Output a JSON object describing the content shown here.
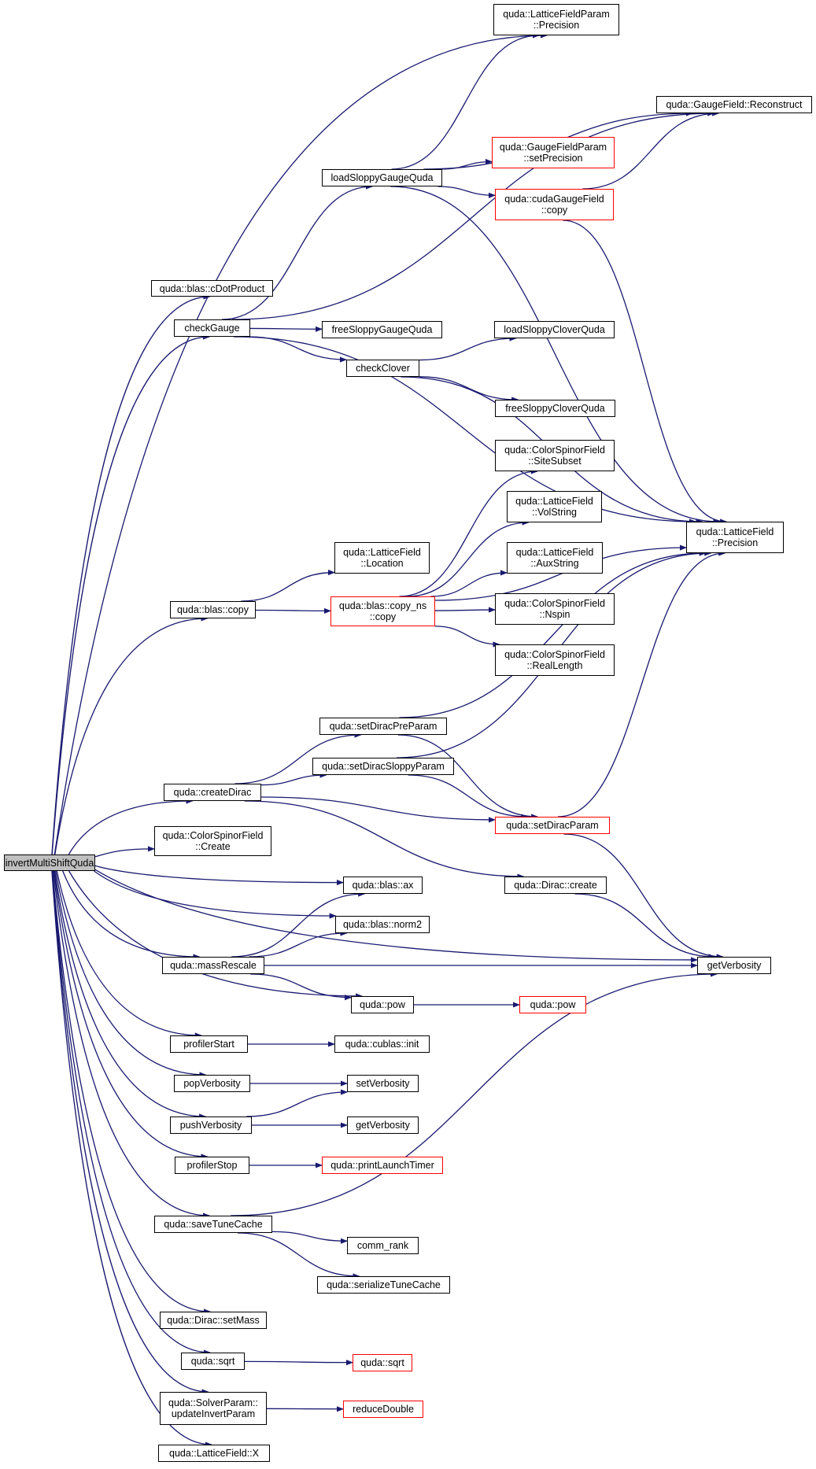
{
  "colors": {
    "edge": "#191970",
    "truncated_border": "#ff0000",
    "node_border": "#000000",
    "root_fill": "#bfbfbf"
  },
  "nodes": [
    {
      "id": "root",
      "label": "invertMultiShiftQuda",
      "root": true
    },
    {
      "id": "lfp_prec",
      "label": "quda::LatticeFieldParam\n::Precision"
    },
    {
      "id": "gf_recon",
      "label": "quda::GaugeField::Reconstruct"
    },
    {
      "id": "gfp_setprec",
      "label": "quda::GaugeFieldParam\n::setPrecision",
      "truncated": true
    },
    {
      "id": "loadSloppyGauge",
      "label": "loadSloppyGaugeQuda"
    },
    {
      "id": "cudaGF_copy",
      "label": "quda::cudaGaugeField\n::copy",
      "truncated": true
    },
    {
      "id": "cDot",
      "label": "quda::blas::cDotProduct"
    },
    {
      "id": "checkGauge",
      "label": "checkGauge"
    },
    {
      "id": "freeSloppyGauge",
      "label": "freeSloppyGaugeQuda"
    },
    {
      "id": "loadSloppyClover",
      "label": "loadSloppyCloverQuda"
    },
    {
      "id": "checkClover",
      "label": "checkClover"
    },
    {
      "id": "freeSloppyClover",
      "label": "freeSloppyCloverQuda"
    },
    {
      "id": "csf_sitesub",
      "label": "quda::ColorSpinorField\n::SiteSubset"
    },
    {
      "id": "lf_vol",
      "label": "quda::LatticeField\n::VolString"
    },
    {
      "id": "lf_prec",
      "label": "quda::LatticeField\n::Precision"
    },
    {
      "id": "lf_loc",
      "label": "quda::LatticeField\n::Location"
    },
    {
      "id": "lf_aux",
      "label": "quda::LatticeField\n::AuxString"
    },
    {
      "id": "blas_copy",
      "label": "quda::blas::copy"
    },
    {
      "id": "copy_ns",
      "label": "quda::blas::copy_ns\n::copy",
      "truncated": true
    },
    {
      "id": "csf_nspin",
      "label": "quda::ColorSpinorField\n::Nspin"
    },
    {
      "id": "csf_reallen",
      "label": "quda::ColorSpinorField\n::RealLength"
    },
    {
      "id": "setDiracPre",
      "label": "quda::setDiracPreParam"
    },
    {
      "id": "setDiracSloppy",
      "label": "quda::setDiracSloppyParam"
    },
    {
      "id": "createDirac",
      "label": "quda::createDirac"
    },
    {
      "id": "setDiracParam",
      "label": "quda::setDiracParam",
      "truncated": true
    },
    {
      "id": "csf_create",
      "label": "quda::ColorSpinorField\n::Create"
    },
    {
      "id": "dirac_create",
      "label": "quda::Dirac::create"
    },
    {
      "id": "blas_ax",
      "label": "quda::blas::ax"
    },
    {
      "id": "blas_norm2",
      "label": "quda::blas::norm2"
    },
    {
      "id": "massRescale",
      "label": "quda::massRescale"
    },
    {
      "id": "getVerbosity1",
      "label": "getVerbosity"
    },
    {
      "id": "pow1",
      "label": "quda::pow"
    },
    {
      "id": "pow2",
      "label": "quda::pow",
      "truncated": true
    },
    {
      "id": "profilerStart",
      "label": "profilerStart"
    },
    {
      "id": "cublas_init",
      "label": "quda::cublas::init"
    },
    {
      "id": "popVerbosity",
      "label": "popVerbosity"
    },
    {
      "id": "setVerbosity",
      "label": "setVerbosity"
    },
    {
      "id": "pushVerbosity",
      "label": "pushVerbosity"
    },
    {
      "id": "getVerbosity2",
      "label": "getVerbosity"
    },
    {
      "id": "profilerStop",
      "label": "profilerStop"
    },
    {
      "id": "printLaunch",
      "label": "quda::printLaunchTimer",
      "truncated": true
    },
    {
      "id": "saveTune",
      "label": "quda::saveTuneCache"
    },
    {
      "id": "comm_rank",
      "label": "comm_rank"
    },
    {
      "id": "serialize",
      "label": "quda::serializeTuneCache"
    },
    {
      "id": "dirac_setMass",
      "label": "quda::Dirac::setMass"
    },
    {
      "id": "sqrt1",
      "label": "quda::sqrt"
    },
    {
      "id": "sqrt2",
      "label": "quda::sqrt",
      "truncated": true
    },
    {
      "id": "solver_update",
      "label": "quda::SolverParam::\nupdateInvertParam"
    },
    {
      "id": "reduceDouble",
      "label": "reduceDouble",
      "truncated": true
    },
    {
      "id": "lf_x",
      "label": "quda::LatticeField::X"
    }
  ],
  "edges": [
    [
      "root",
      "lfp_prec"
    ],
    [
      "root",
      "cDot"
    ],
    [
      "root",
      "checkGauge"
    ],
    [
      "root",
      "blas_copy"
    ],
    [
      "root",
      "createDirac"
    ],
    [
      "root",
      "csf_create"
    ],
    [
      "root",
      "blas_ax"
    ],
    [
      "root",
      "blas_norm2"
    ],
    [
      "root",
      "massRescale"
    ],
    [
      "root",
      "pow1"
    ],
    [
      "root",
      "profilerStart"
    ],
    [
      "root",
      "popVerbosity"
    ],
    [
      "root",
      "pushVerbosity"
    ],
    [
      "root",
      "profilerStop"
    ],
    [
      "root",
      "saveTune"
    ],
    [
      "root",
      "getVerbosity1"
    ],
    [
      "root",
      "dirac_setMass"
    ],
    [
      "root",
      "sqrt1"
    ],
    [
      "root",
      "solver_update"
    ],
    [
      "root",
      "lf_x"
    ],
    [
      "checkGauge",
      "gf_recon"
    ],
    [
      "checkGauge",
      "loadSloppyGauge"
    ],
    [
      "checkGauge",
      "lf_prec"
    ],
    [
      "checkGauge",
      "freeSloppyGauge"
    ],
    [
      "checkGauge",
      "checkClover"
    ],
    [
      "loadSloppyGauge",
      "lfp_prec"
    ],
    [
      "loadSloppyGauge",
      "gf_recon"
    ],
    [
      "loadSloppyGauge",
      "gfp_setprec"
    ],
    [
      "loadSloppyGauge",
      "cudaGF_copy"
    ],
    [
      "loadSloppyGauge",
      "lf_prec"
    ],
    [
      "cudaGF_copy",
      "gf_recon"
    ],
    [
      "cudaGF_copy",
      "lf_prec"
    ],
    [
      "checkClover",
      "loadSloppyClover"
    ],
    [
      "checkClover",
      "freeSloppyClover"
    ],
    [
      "checkClover",
      "lf_prec"
    ],
    [
      "blas_copy",
      "lf_loc"
    ],
    [
      "blas_copy",
      "copy_ns"
    ],
    [
      "copy_ns",
      "csf_sitesub"
    ],
    [
      "copy_ns",
      "lf_vol"
    ],
    [
      "copy_ns",
      "lf_aux"
    ],
    [
      "copy_ns",
      "csf_nspin"
    ],
    [
      "copy_ns",
      "csf_reallen"
    ],
    [
      "copy_ns",
      "lf_prec"
    ],
    [
      "createDirac",
      "setDiracPre"
    ],
    [
      "createDirac",
      "setDiracSloppy"
    ],
    [
      "createDirac",
      "setDiracParam"
    ],
    [
      "createDirac",
      "dirac_create"
    ],
    [
      "setDiracPre",
      "lf_prec"
    ],
    [
      "setDiracPre",
      "setDiracParam"
    ],
    [
      "setDiracSloppy",
      "lf_prec"
    ],
    [
      "setDiracSloppy",
      "setDiracParam"
    ],
    [
      "setDiracParam",
      "lf_prec"
    ],
    [
      "setDiracParam",
      "getVerbosity1"
    ],
    [
      "dirac_create",
      "getVerbosity1"
    ],
    [
      "massRescale",
      "blas_ax"
    ],
    [
      "massRescale",
      "blas_norm2"
    ],
    [
      "massRescale",
      "getVerbosity1"
    ],
    [
      "massRescale",
      "pow1"
    ],
    [
      "pow1",
      "pow2"
    ],
    [
      "profilerStart",
      "cublas_init"
    ],
    [
      "popVerbosity",
      "setVerbosity"
    ],
    [
      "pushVerbosity",
      "setVerbosity"
    ],
    [
      "pushVerbosity",
      "getVerbosity2"
    ],
    [
      "profilerStop",
      "printLaunch"
    ],
    [
      "saveTune",
      "getVerbosity1"
    ],
    [
      "saveTune",
      "comm_rank"
    ],
    [
      "saveTune",
      "serialize"
    ],
    [
      "sqrt1",
      "sqrt2"
    ],
    [
      "solver_update",
      "reduceDouble"
    ]
  ]
}
